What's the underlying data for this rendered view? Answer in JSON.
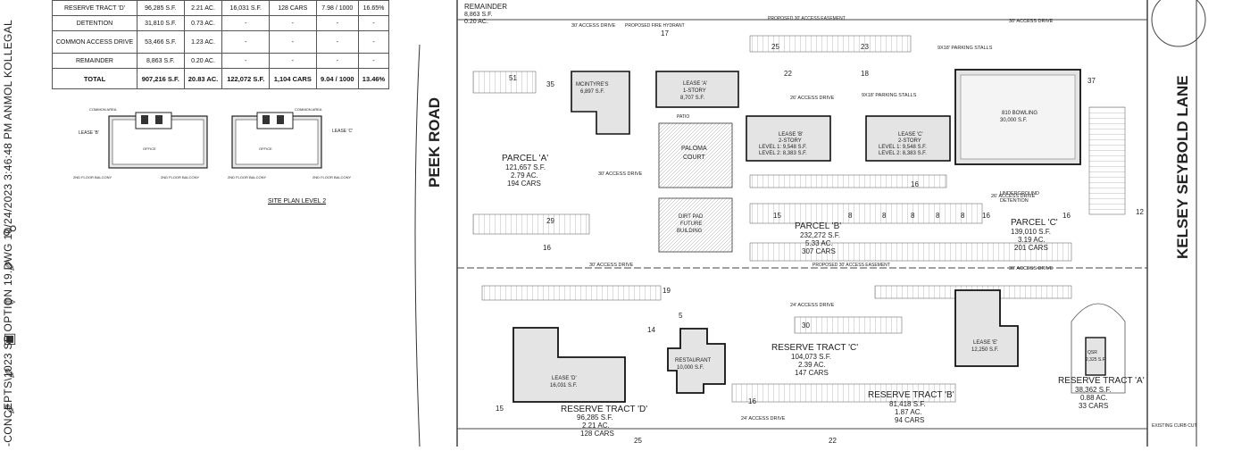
{
  "sidebar": {
    "vertical_text": "-CONCEPTS\\1023 SP OPTION 19.DWG  10/24/2023 3:46:48 PM  ANMOL KOLLEGAL"
  },
  "area_table": {
    "rows": [
      {
        "name": "RESERVE TRACT 'D'",
        "sf": "96,285 S.F.",
        "ac": "2.21 AC.",
        "bldg": "16,031 S.F.",
        "cars": "128 CARS",
        "ratio": "7.98 / 1000",
        "pct": "16.65%"
      },
      {
        "name": "DETENTION",
        "sf": "31,810 S.F.",
        "ac": "0.73 AC.",
        "bldg": "-",
        "cars": "-",
        "ratio": "-",
        "pct": "-"
      },
      {
        "name": "COMMON ACCESS DRIVE",
        "sf": "53,466 S.F.",
        "ac": "1.23 AC.",
        "bldg": "-",
        "cars": "-",
        "ratio": "-",
        "pct": "-"
      },
      {
        "name": "REMAINDER",
        "sf": "8,863 S.F.",
        "ac": "0.20 AC.",
        "bldg": "-",
        "cars": "-",
        "ratio": "-",
        "pct": "-"
      }
    ],
    "total": {
      "name": "TOTAL",
      "sf": "907,216 S.F.",
      "ac": "20.83 AC.",
      "bldg": "122,072 S.F.",
      "cars": "1,104 CARS",
      "ratio": "9.04 / 1000",
      "pct": "13.46%"
    }
  },
  "level2": {
    "title": "SITE PLAN LEVEL 2",
    "lease_b": "LEASE 'B'",
    "lease_c": "LEASE 'C'",
    "common_area": "COMMON AREA",
    "office": "OFFICE",
    "balcony": "2ND FLOOR BALCONY"
  },
  "plan": {
    "roads": {
      "peek": "PEEK ROAD",
      "kelsey": "KELSEY SEYBOLD LANE"
    },
    "remainder": {
      "name": "REMAINDER",
      "sf": "8,863 S.F.",
      "ac": "0.20 AC."
    },
    "parcels": {
      "a": {
        "name": "PARCEL 'A'",
        "sf": "121,657 S.F.",
        "ac": "2.79 AC.",
        "cars": "194 CARS"
      },
      "b": {
        "name": "PARCEL 'B'",
        "sf": "232,272 S.F.",
        "ac": "5.33 AC.",
        "cars": "307 CARS"
      },
      "c": {
        "name": "PARCEL 'C'",
        "sf": "139,010 S.F.",
        "ac": "3.19 AC.",
        "cars": "201 CARS"
      }
    },
    "tracts": {
      "d": {
        "name": "RESERVE TRACT 'D'",
        "sf": "96,285 S.F.",
        "ac": "2.21 AC.",
        "cars": "128 CARS"
      },
      "c": {
        "name": "RESERVE TRACT 'C'",
        "sf": "104,073 S.F.",
        "ac": "2.39 AC.",
        "cars": "147 CARS"
      },
      "b": {
        "name": "RESERVE TRACT 'B'",
        "sf": "81,418 S.F.",
        "ac": "1.87 AC.",
        "cars": "94 CARS"
      },
      "a": {
        "name": "RESERVE TRACT 'A'",
        "sf": "38,362 S.F.",
        "ac": "0.88 AC.",
        "cars": "33 CARS"
      }
    },
    "buildings": {
      "mcintyres": {
        "name": "MCINTYRE'S",
        "sf": "6,897 S.F."
      },
      "lease_a": {
        "name": "LEASE 'A'",
        "story": "1-STORY",
        "sf": "8,707 S.F."
      },
      "lease_b": {
        "name": "LEASE 'B'",
        "story": "2-STORY",
        "l1": "LEVEL 1: 9,548 S.F.",
        "l2": "LEVEL 2: 8,383 S.F."
      },
      "lease_c": {
        "name": "LEASE 'C'",
        "story": "2-STORY",
        "l1": "LEVEL 1: 9,548 S.F.",
        "l2": "LEVEL 2: 8,383 S.F."
      },
      "bowling": {
        "name": "810 BOWLING",
        "sf": "30,000 S.F."
      },
      "paloma": {
        "l1": "PALOMA",
        "l2": "COURT"
      },
      "dirtpad": {
        "l1": "DIRT PAD",
        "l2": "FUTURE",
        "l3": "BUILDING"
      },
      "lease_d": {
        "name": "LEASE 'D'",
        "sf": "16,031 S.F."
      },
      "restaurant": {
        "name": "RESTAURANT",
        "sf": "10,000 S.F."
      },
      "lease_e": {
        "name": "LEASE 'E'",
        "sf": "12,250 S.F."
      },
      "qsr": {
        "name": "QSR",
        "sf": "2,325 S.F."
      }
    },
    "labels": {
      "access_drive_30": "30' ACCESS DRIVE",
      "access_drive_26": "26' ACCESS DRIVE",
      "access_drive_24": "24' ACCESS DRIVE",
      "parking_stalls": "9X18' PARKING STALLS",
      "underground": "UNDERGROUND",
      "detention": "DETENTION",
      "patio": "PATIO",
      "easement": "PROPOSED 30' ACCESS EASEMENT",
      "fire_hydrant": "PROPOSED FIRE HYDRANT",
      "curb_cut": "EXISTING CURB CUT"
    },
    "stall_counts": [
      "51",
      "35",
      "29",
      "16",
      "19",
      "15",
      "8",
      "8",
      "8",
      "8",
      "8",
      "16",
      "16",
      "37",
      "22",
      "18",
      "25",
      "23",
      "16",
      "17",
      "30",
      "14",
      "5",
      "15",
      "25",
      "22",
      "16",
      "12"
    ]
  }
}
